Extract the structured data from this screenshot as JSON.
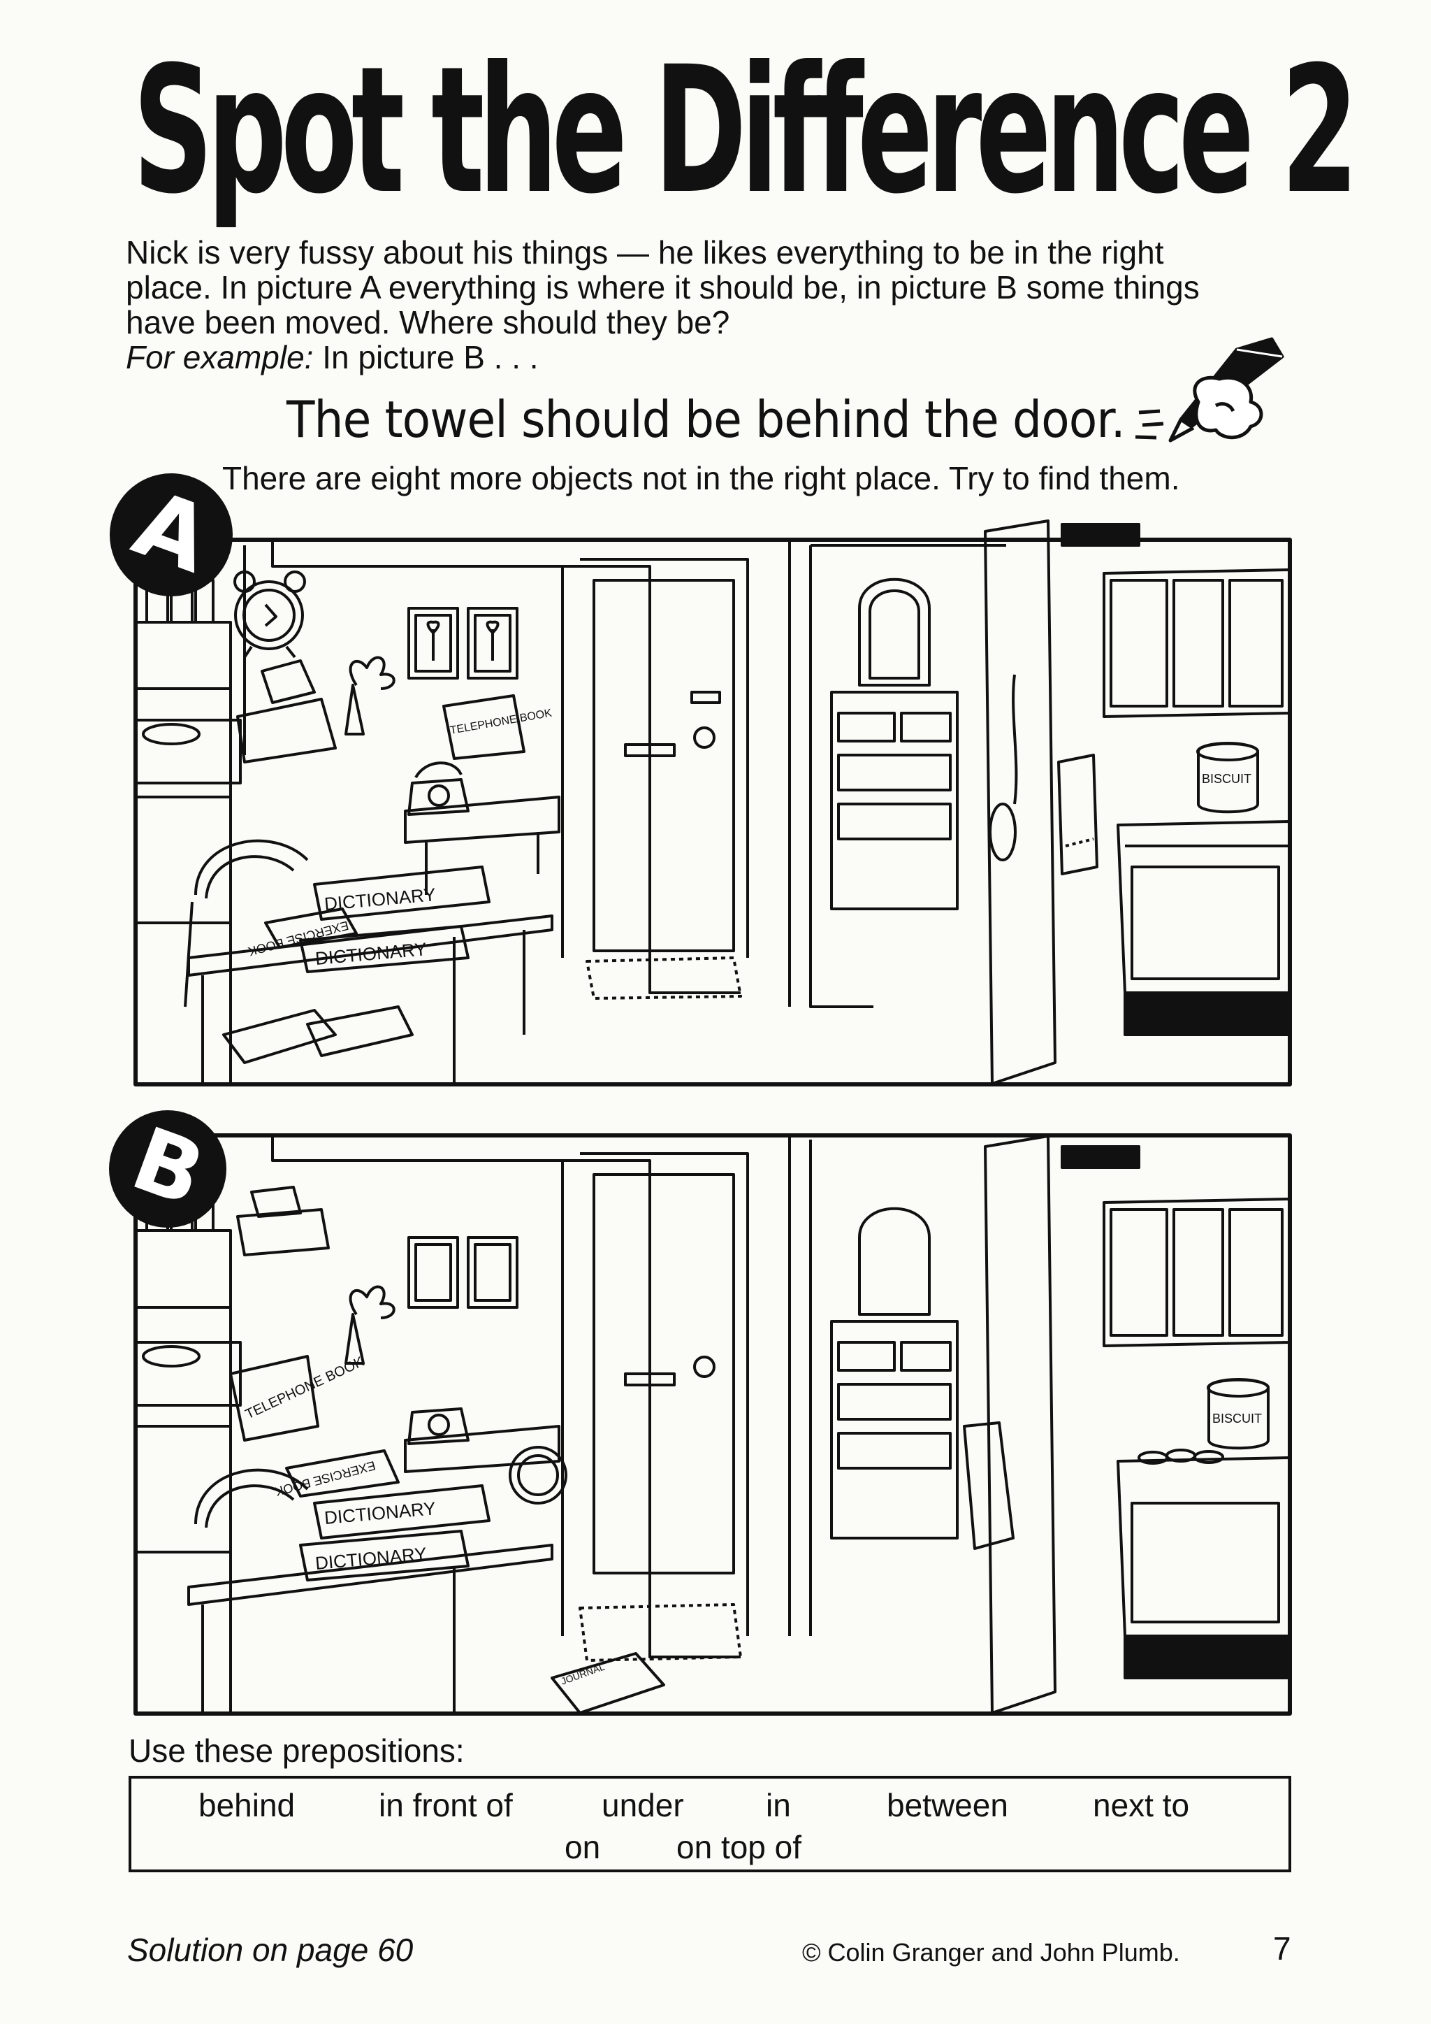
{
  "title": "Spot the Difference 2",
  "intro": {
    "line1": "Nick is very fussy about his things — he likes everything to be in the right",
    "line2": "place. In picture A everything is where it should be, in picture B some things",
    "line3": "have been moved. Where should they be?",
    "example_label": "For example:",
    "example_rest": " In picture B . . ."
  },
  "example_sentence": "The towel should be behind the door.",
  "count_note": "There are eight more objects not in the right place. Try to find them.",
  "pictures": {
    "a": {
      "badge": "A",
      "labels": {
        "dictionary_top": "DICTIONARY",
        "exercise_book": "EXERCISE BOOK",
        "dictionary_bottom": "DICTIONARY",
        "telephone_book": "TELEPHONE BOOK",
        "biscuit": "BISCUIT"
      }
    },
    "b": {
      "badge": "B",
      "labels": {
        "telephone_book": "TELEPHONE BOOK",
        "exercise_book": "EXERCISE BOOK",
        "dictionary_top": "DICTIONARY",
        "dictionary_bottom": "DICTIONARY",
        "biscuit": "BISCUIT",
        "journal": "JOURNAL"
      }
    }
  },
  "prepositions": {
    "label": "Use these prepositions:",
    "words": [
      "behind",
      "in front of",
      "under",
      "in",
      "between",
      "next to",
      "on",
      "on top of"
    ]
  },
  "footer": {
    "solution": "Solution on page 60",
    "copyright": "© Colin Granger and John Plumb.",
    "page_number": "7"
  },
  "icons": [
    "pen-hand-icon",
    "clock-icon",
    "telephone-icon",
    "plant-icon",
    "picture-frame-icon",
    "towel-icon",
    "biscuit-tin-icon",
    "mirror-icon",
    "chair-icon",
    "record-player-icon",
    "typewriter-icon"
  ]
}
